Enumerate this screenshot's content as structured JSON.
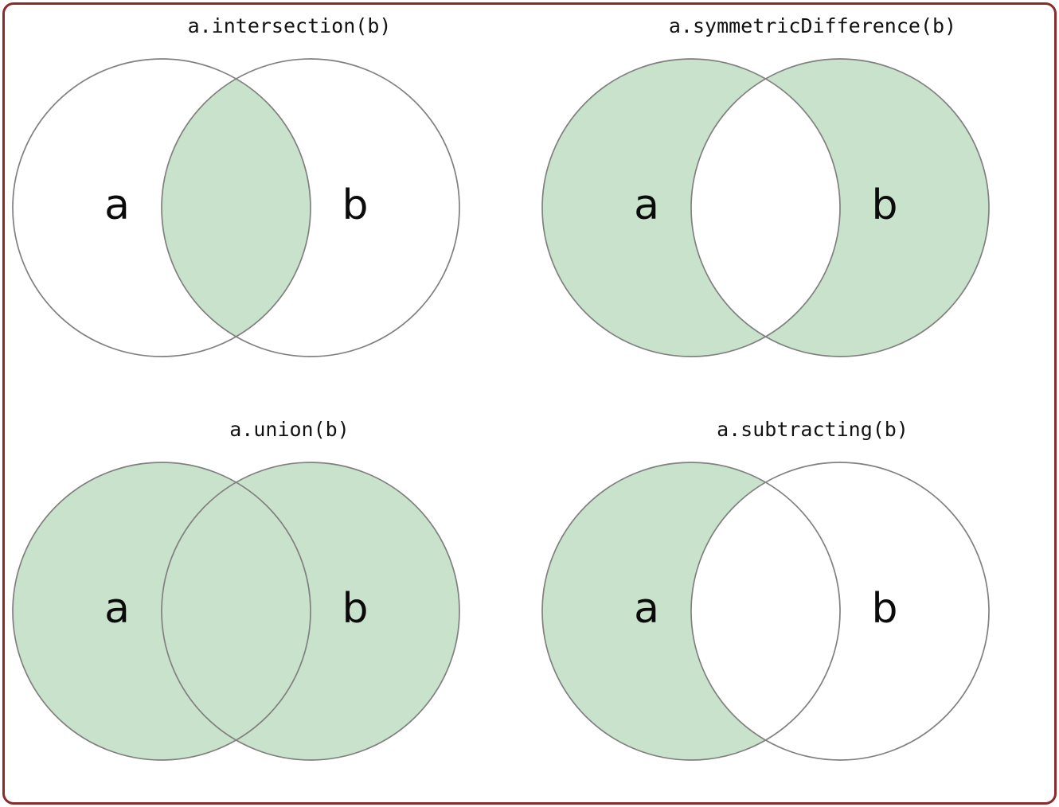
{
  "figure": {
    "title": "Swift Set operations Venn diagrams",
    "border_color": "#8b2a2a",
    "background_color": "#ffffff",
    "circle_stroke_color": "#808080",
    "highlight_fill_color": "#c9e2cb",
    "label_color": "#0b0b0b",
    "columns": 2,
    "rows": 2
  },
  "panels": [
    {
      "id": "intersection",
      "title": "a.intersection(b)",
      "label_a": "a",
      "label_b": "b",
      "shaded_regions": [
        "a-and-b"
      ],
      "description": "Only the overlapping lens region is shaded."
    },
    {
      "id": "symmetric-difference",
      "title": "a.symmetricDifference(b)",
      "label_a": "a",
      "label_b": "b",
      "shaded_regions": [
        "a-only",
        "b-only"
      ],
      "description": "Both circles shaded except the overlapping lens region."
    },
    {
      "id": "union",
      "title": "a.union(b)",
      "label_a": "a",
      "label_b": "b",
      "shaded_regions": [
        "a-only",
        "a-and-b",
        "b-only"
      ],
      "description": "The entire area of both circles is shaded."
    },
    {
      "id": "subtracting",
      "title": "a.subtracting(b)",
      "label_a": "a",
      "label_b": "b",
      "shaded_regions": [
        "a-only"
      ],
      "description": "Only the crescent of circle a outside circle b is shaded."
    }
  ]
}
